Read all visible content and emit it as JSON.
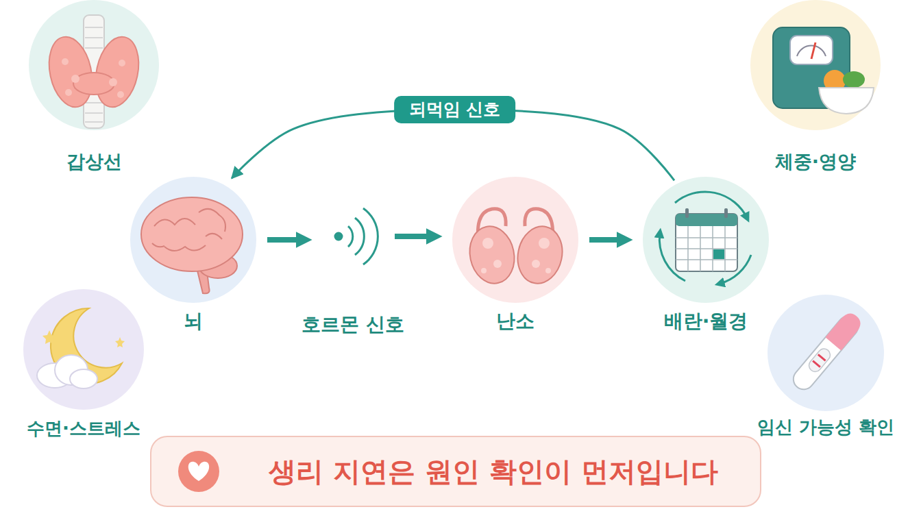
{
  "diagram": {
    "nodes": [
      {
        "text": [
          "갑상선"
        ]
      },
      {
        "text": [
          "체중·영양"
        ]
      },
      {
        "text": [
          "뇌"
        ]
      },
      {
        "text": [
          "호르몬 신호"
        ]
      },
      {
        "text": [
          "난소"
        ]
      },
      {
        "text": [
          "배란·월경"
        ]
      },
      {
        "text": [
          "수면·스트레스"
        ]
      },
      {
        "text": [
          "임신 가능성 확인"
        ]
      },
      {
        "text": [
          "생리 지연은 원인 확인이 먼저입니다"
        ]
      }
    ],
    "edges": [
      {
        "from": 2,
        "to": 3,
        "arrow": "to"
      },
      {
        "from": 3,
        "to": 4,
        "arrow": "to"
      },
      {
        "from": 4,
        "to": 5,
        "arrow": "to"
      },
      {
        "from": 5,
        "to": 2,
        "label": "되먹임 신호",
        "arrow": "to"
      }
    ]
  }
}
